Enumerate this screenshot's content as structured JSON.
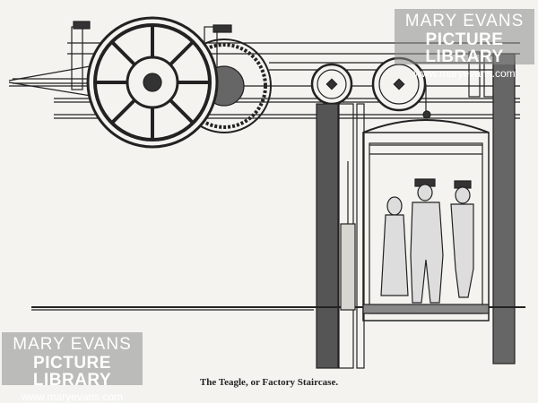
{
  "caption": "The Teagle, or Factory Staircase.",
  "watermark": {
    "line1": "MARY EVANS",
    "line2": "PICTURE LIBRARY",
    "line3": "www.maryevans.com"
  }
}
